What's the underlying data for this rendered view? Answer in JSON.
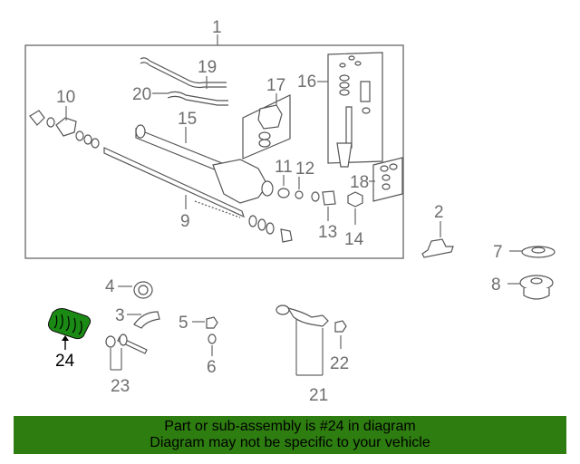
{
  "diagram": {
    "callouts": {
      "c1": "1",
      "c2": "2",
      "c3": "3",
      "c4": "4",
      "c5": "5",
      "c6": "6",
      "c7": "7",
      "c8": "8",
      "c9": "9",
      "c10": "10",
      "c11": "11",
      "c12": "12",
      "c13": "13",
      "c14": "14",
      "c15": "15",
      "c16": "16",
      "c17": "17",
      "c18": "18",
      "c19": "19",
      "c20": "20",
      "c21": "21",
      "c22": "22",
      "c23": "23",
      "c24": "24"
    },
    "highlighted_part": "24",
    "highlight_color": "#2e7d10"
  },
  "banner": {
    "line1": "Part or sub-assembly is #24 in diagram",
    "line2": "Diagram may not be specific to your vehicle",
    "background": "#2e7d10"
  }
}
